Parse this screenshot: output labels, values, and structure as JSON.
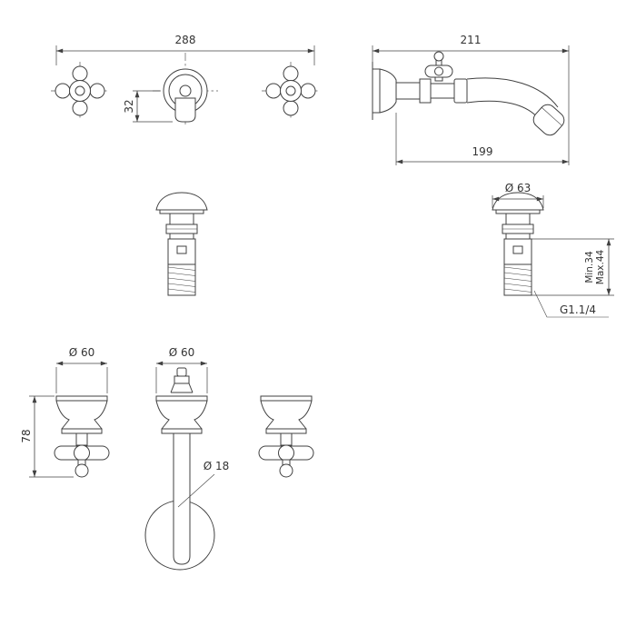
{
  "colors": {
    "line": "#404040",
    "text": "#333333",
    "background": "#ffffff"
  },
  "dims": {
    "front_overall_width": "288",
    "front_spout_drop": "32",
    "spout_overall_projection": "211",
    "spout_reach": "199",
    "waste_cap_diameter": "Ø 63",
    "waste_min_height": "Min.34",
    "waste_max_height": "Max.44",
    "waste_thread": "G1.1/4",
    "handle_escutcheon_diameter": "Ø 60",
    "spout_escutcheon_diameter": "Ø 60",
    "handle_projection": "78",
    "spout_tube_diameter": "Ø 18"
  }
}
